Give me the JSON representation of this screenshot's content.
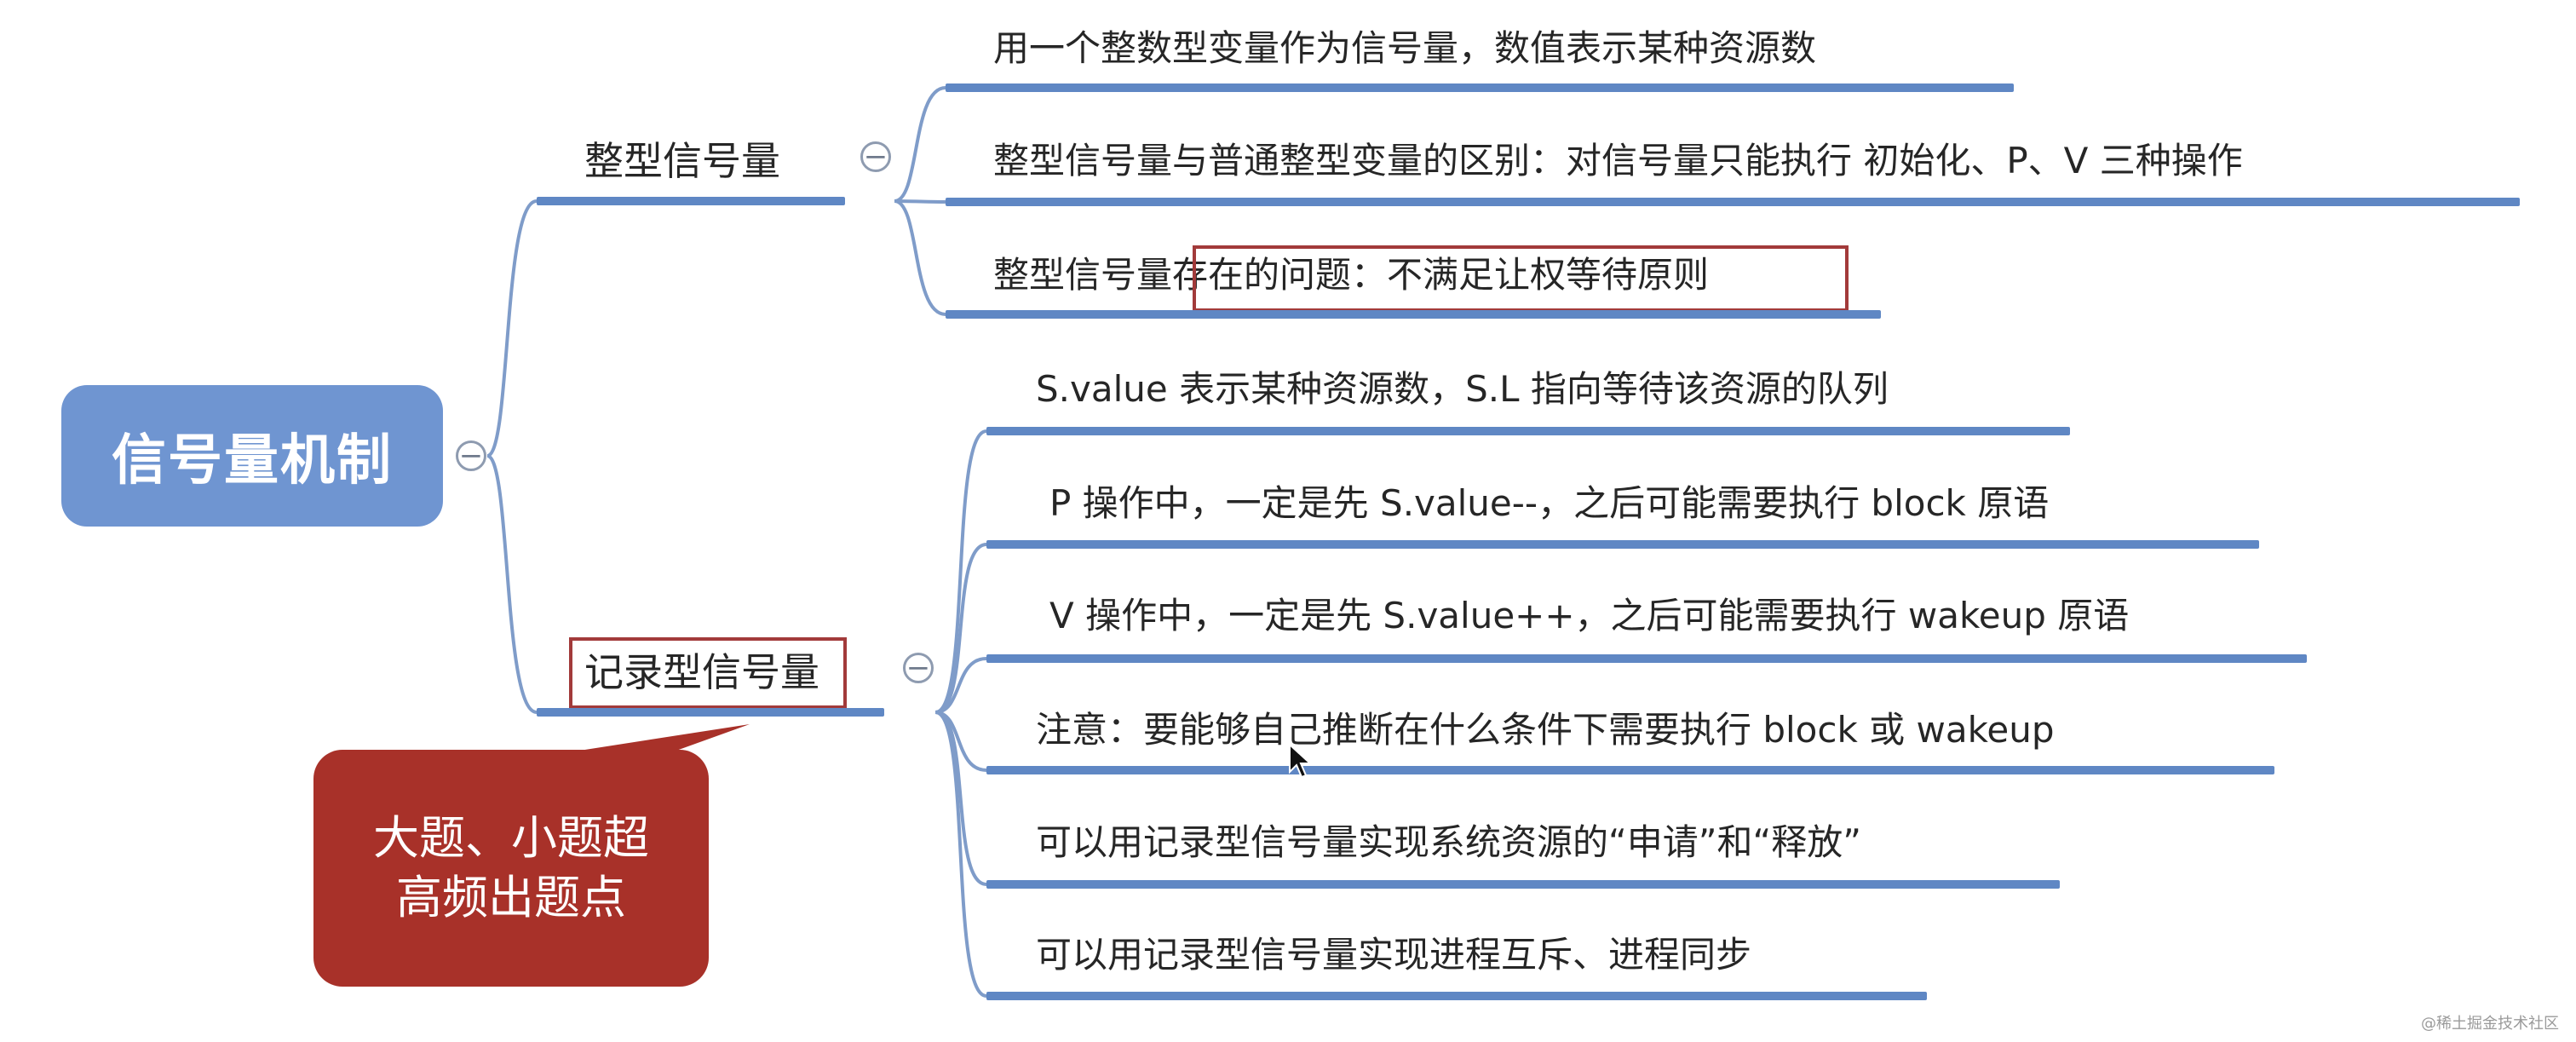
{
  "mindmap": {
    "root": {
      "label": "信号量机制"
    },
    "branches": [
      {
        "label": "整型信号量",
        "children": [
          "用一个整数型变量作为信号量，数值表示某种资源数",
          "整型信号量与普通整型变量的区别：对信号量只能执行 初始化、P、V 三种操作",
          "整型信号量存在的问题：不满足让权等待原则"
        ]
      },
      {
        "label": "记录型信号量",
        "children": [
          "S.value 表示某种资源数，S.L 指向等待该资源的队列",
          "P 操作中，一定是先 S.value--，之后可能需要执行 block 原语",
          "V 操作中，一定是先 S.value++，之后可能需要执行 wakeup 原语",
          "注意：要能够自己推断在什么条件下需要执行 block 或 wakeup",
          "可以用记录型信号量实现系统资源的“申请”和“释放”",
          "可以用记录型信号量实现进程互斥、进程同步"
        ]
      }
    ],
    "callout": {
      "line1": "大题、小题超",
      "line2": "高频出题点"
    },
    "collapse_symbol": "−"
  },
  "watermark": "@稀土掘金技术社区",
  "colors": {
    "root_fill": "#6f95d1",
    "connector": "#7f9cc9",
    "underline": "#5f87c4",
    "highlight_border": "#a23a3a",
    "callout_fill": "#a83129"
  }
}
